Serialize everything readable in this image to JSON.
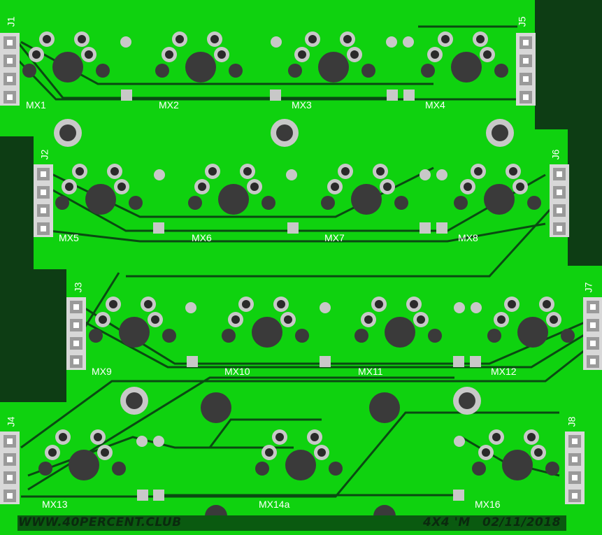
{
  "colors": {
    "background": "#0d3d14",
    "board": "#0fd20f",
    "trace": "#0a4a12",
    "pad": "#c8c8c8",
    "hole": "#3a3a3a",
    "header": "#d8d8d8",
    "silkscreen": "#ffffff",
    "footer_bar": "#0a5a10",
    "footer_text": "#0a2a0e"
  },
  "switches": [
    {
      "label": "MX1"
    },
    {
      "label": "MX2"
    },
    {
      "label": "MX3"
    },
    {
      "label": "MX4"
    },
    {
      "label": "MX5"
    },
    {
      "label": "MX6"
    },
    {
      "label": "MX7"
    },
    {
      "label": "MX8"
    },
    {
      "label": "MX9"
    },
    {
      "label": "MX10"
    },
    {
      "label": "MX11"
    },
    {
      "label": "MX12"
    },
    {
      "label": "MX13"
    },
    {
      "label": "MX14a"
    },
    {
      "label": "MX16"
    }
  ],
  "connectors": [
    {
      "label": "J1"
    },
    {
      "label": "J2"
    },
    {
      "label": "J3"
    },
    {
      "label": "J4"
    },
    {
      "label": "J5"
    },
    {
      "label": "J6"
    },
    {
      "label": "J7"
    },
    {
      "label": "J8"
    }
  ],
  "footer": {
    "website": "WWW.40PERCENT.CLUB",
    "product": "4X4 'M",
    "date": "02/11/2018"
  }
}
